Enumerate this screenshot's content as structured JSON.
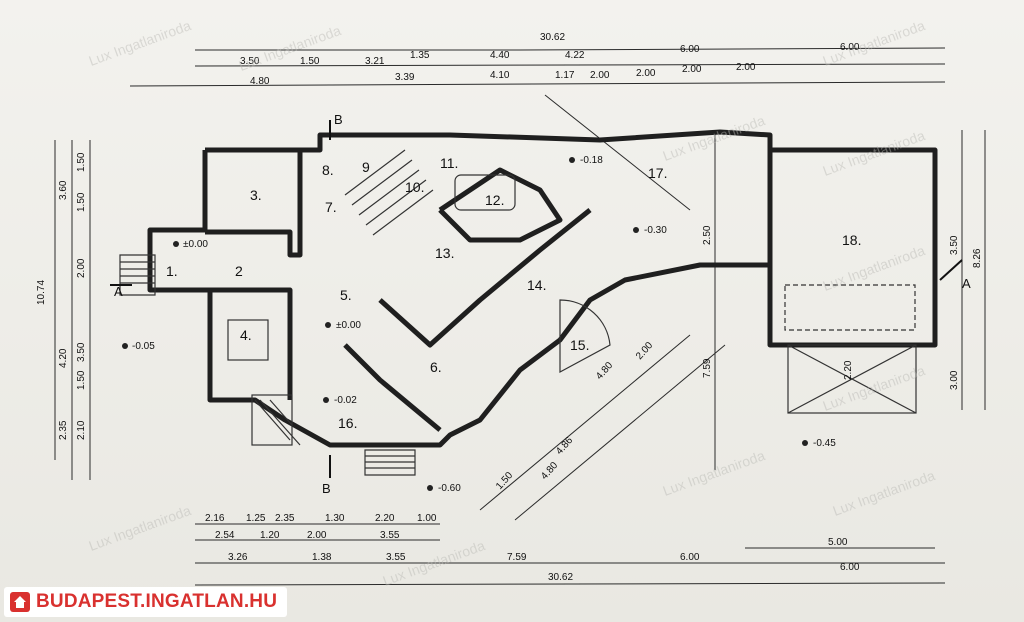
{
  "brand": {
    "text": "BUDAPEST.INGATLAN.HU",
    "icon": "house-logo-icon",
    "color": "#d9312f"
  },
  "watermark": "Lux Ingatlaniroda",
  "rooms": [
    "1.",
    "2",
    "3.",
    "4.",
    "5.",
    "6.",
    "7.",
    "8.",
    "9",
    "10.",
    "11.",
    "12.",
    "13.",
    "14.",
    "15.",
    "16.",
    "17.",
    "18."
  ],
  "section_markers": [
    "A",
    "A",
    "B",
    "B"
  ],
  "levels": [
    "±0.00",
    "-0.02",
    "-0.05",
    "-0.60",
    "-0.45",
    "-0.30",
    "-0.18",
    "±0.00"
  ],
  "dimensions": {
    "top_total": "30.62",
    "bottom_total": "30.62",
    "top_row1": [
      "3.50",
      "1.50",
      "3.21",
      "1.35",
      "4.40",
      "4.22",
      "6.00",
      "6.00"
    ],
    "top_row2": [
      "4.80",
      "3.39",
      "4.10",
      "1.17",
      "2.00",
      "2.00",
      "2.00",
      "2.00"
    ],
    "left_total": "10.74",
    "left_parts": [
      "3.60",
      "1.50",
      "1.50",
      "2.00",
      "4.20",
      "3.50",
      "1.50",
      "2.35",
      "2.10"
    ],
    "right_total": "8.26",
    "right_parts": [
      "3.50",
      "3.00"
    ],
    "bottom_row1": [
      "2.16",
      "1.25",
      "2.35",
      "1.30",
      "2.20",
      "1.00"
    ],
    "bottom_row2": [
      "2.54",
      "1.20",
      "2.00",
      "3.55"
    ],
    "bottom_row3": [
      "3.26",
      "1.38",
      "3.55",
      "7.59",
      "6.00",
      "6.00"
    ],
    "garage": [
      "5.00",
      "2.20"
    ],
    "diagonal": [
      "4.80",
      "2.00",
      "4.86",
      "4.80",
      "1.50"
    ],
    "middle": [
      "7.59",
      "2.50"
    ]
  }
}
